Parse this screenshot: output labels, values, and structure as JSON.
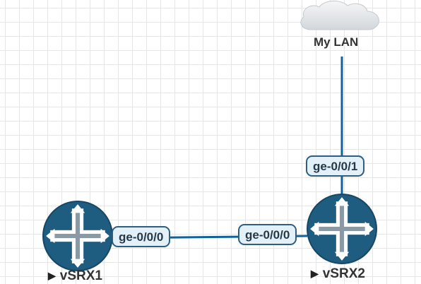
{
  "topology": {
    "link_color": "#10629a",
    "router_color": "#1e5c80",
    "cloud": {
      "name": "My LAN"
    },
    "devices": [
      {
        "name": "vSRX1"
      },
      {
        "name": "vSRX2"
      }
    ],
    "links": [
      {
        "from_device": "vSRX1",
        "from_port": "ge-0/0/0",
        "to_device": "vSRX2",
        "to_port": "ge-0/0/0"
      },
      {
        "from_device": "vSRX2",
        "from_port": "ge-0/0/1",
        "to_device": "My LAN",
        "to_port": ""
      }
    ]
  }
}
